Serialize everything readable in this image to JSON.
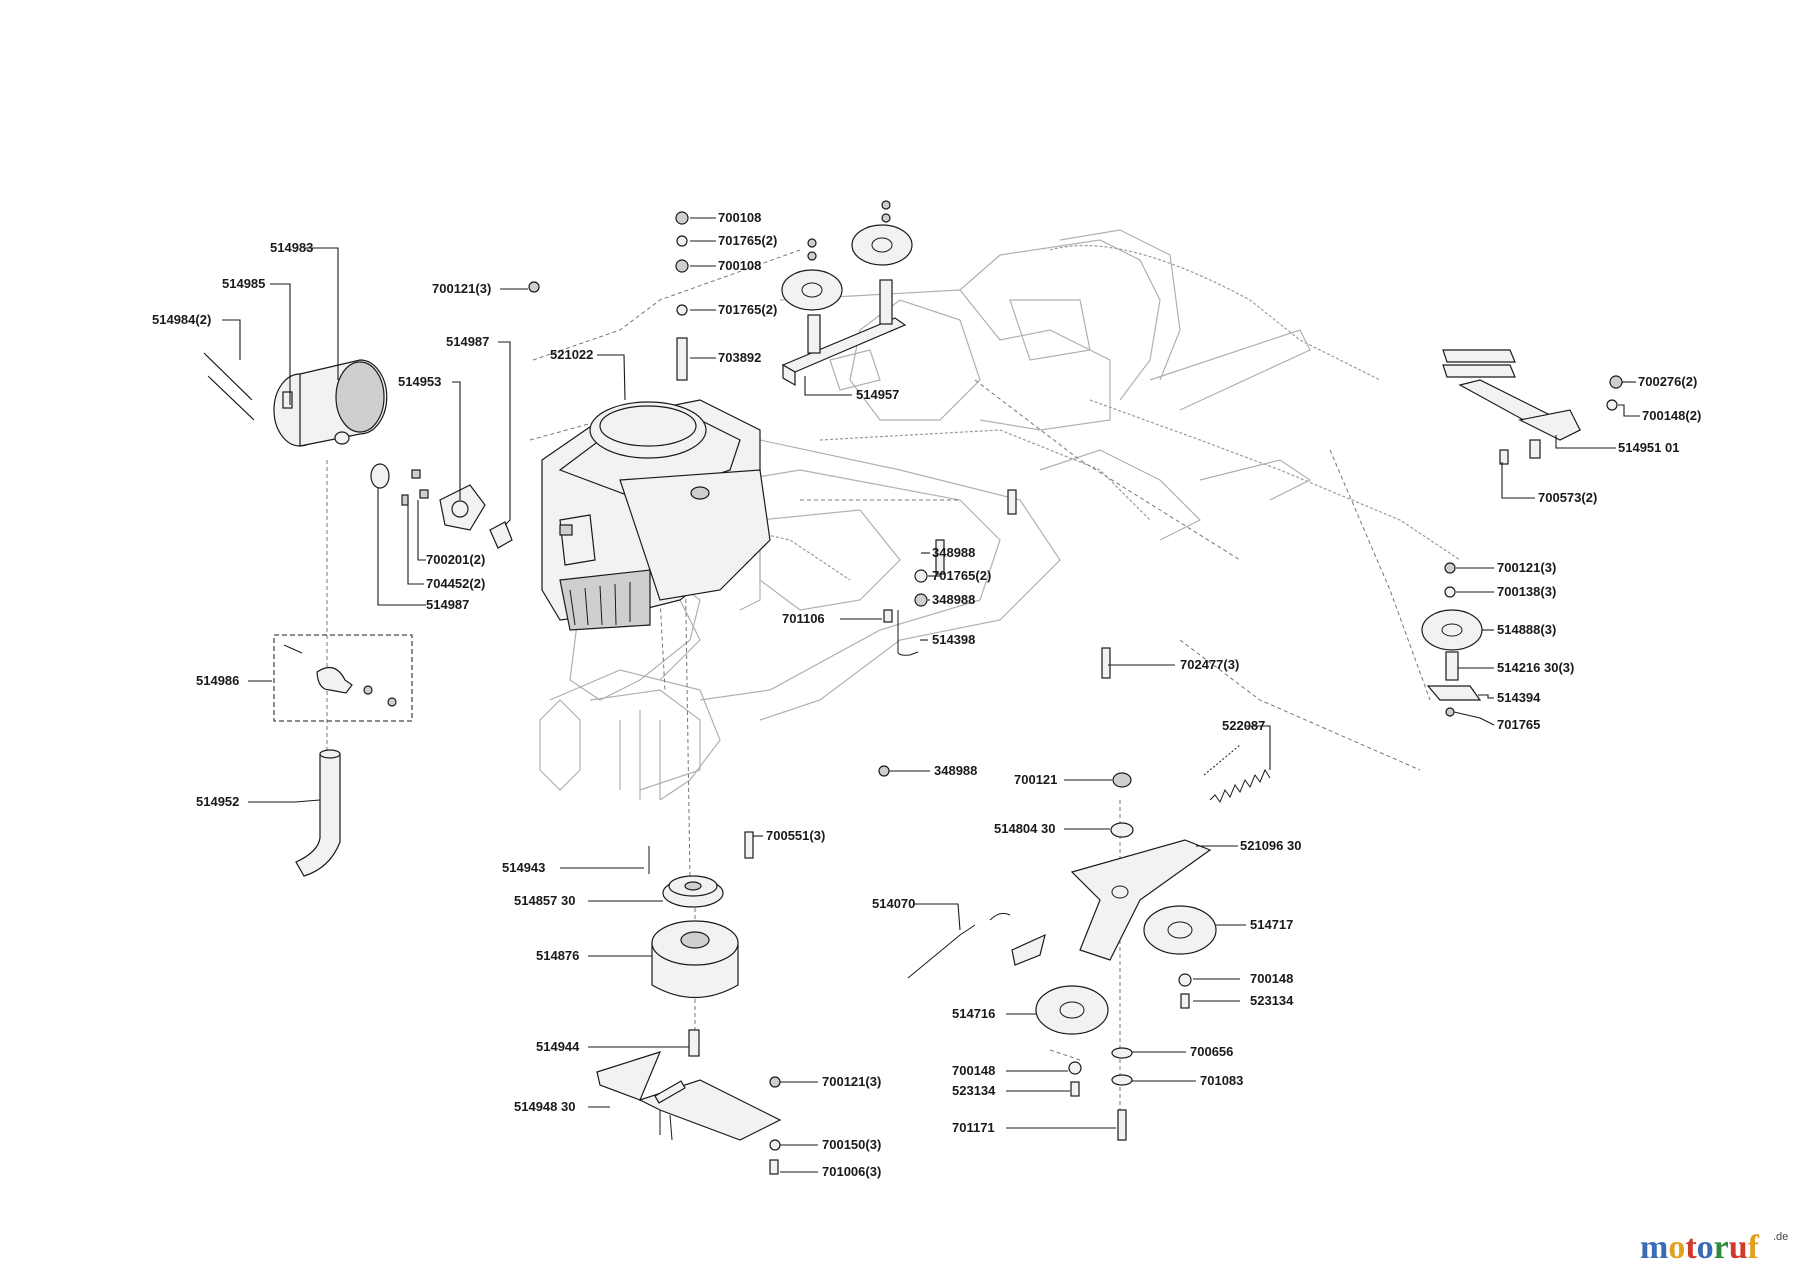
{
  "labels": [
    {
      "id": "l-514983",
      "text": "514983"
    },
    {
      "id": "l-514985",
      "text": "514985"
    },
    {
      "id": "l-514984",
      "text": "514984(2)"
    },
    {
      "id": "l-700121-a",
      "text": "700121(3)"
    },
    {
      "id": "l-514987-a",
      "text": "514987"
    },
    {
      "id": "l-521022",
      "text": "521022"
    },
    {
      "id": "l-514953",
      "text": "514953"
    },
    {
      "id": "l-700201",
      "text": "700201(2)"
    },
    {
      "id": "l-704452",
      "text": "704452(2)"
    },
    {
      "id": "l-514987-b",
      "text": "514987"
    },
    {
      "id": "l-514986",
      "text": "514986"
    },
    {
      "id": "l-514952",
      "text": "514952"
    },
    {
      "id": "l-700108-a",
      "text": "700108"
    },
    {
      "id": "l-701765-a",
      "text": "701765(2)"
    },
    {
      "id": "l-700108-b",
      "text": "700108"
    },
    {
      "id": "l-701765-b",
      "text": "701765(2)"
    },
    {
      "id": "l-703892",
      "text": "703892"
    },
    {
      "id": "l-514957",
      "text": "514957"
    },
    {
      "id": "l-348988-a",
      "text": "348988"
    },
    {
      "id": "l-701765-c",
      "text": "701765(2)"
    },
    {
      "id": "l-348988-b",
      "text": "348988"
    },
    {
      "id": "l-701106",
      "text": "701106"
    },
    {
      "id": "l-514398",
      "text": "514398"
    },
    {
      "id": "l-702477",
      "text": "702477(3)"
    },
    {
      "id": "l-348988-c",
      "text": "348988"
    },
    {
      "id": "l-700551",
      "text": "700551(3)"
    },
    {
      "id": "l-514943",
      "text": "514943"
    },
    {
      "id": "l-514857",
      "text": "514857 30"
    },
    {
      "id": "l-514876",
      "text": "514876"
    },
    {
      "id": "l-514944",
      "text": "514944"
    },
    {
      "id": "l-514948",
      "text": "514948 30"
    },
    {
      "id": "l-700121-b",
      "text": "700121(3)"
    },
    {
      "id": "l-700150",
      "text": "700150(3)"
    },
    {
      "id": "l-701006",
      "text": "701006(3)"
    },
    {
      "id": "l-700276",
      "text": "700276(2)"
    },
    {
      "id": "l-700148-a",
      "text": "700148(2)"
    },
    {
      "id": "l-514951",
      "text": "514951 01"
    },
    {
      "id": "l-700573",
      "text": "700573(2)"
    },
    {
      "id": "l-700121-c",
      "text": "700121(3)"
    },
    {
      "id": "l-700138",
      "text": "700138(3)"
    },
    {
      "id": "l-514888",
      "text": "514888(3)"
    },
    {
      "id": "l-514216",
      "text": "514216 30(3)"
    },
    {
      "id": "l-514394",
      "text": "514394"
    },
    {
      "id": "l-701765-d",
      "text": "701765"
    },
    {
      "id": "l-522087",
      "text": "522087"
    },
    {
      "id": "l-700121-d",
      "text": "700121"
    },
    {
      "id": "l-514804",
      "text": "514804 30"
    },
    {
      "id": "l-521096",
      "text": "521096 30"
    },
    {
      "id": "l-514070",
      "text": "514070"
    },
    {
      "id": "l-514717",
      "text": "514717"
    },
    {
      "id": "l-700148-b",
      "text": "700148"
    },
    {
      "id": "l-523134-a",
      "text": "523134"
    },
    {
      "id": "l-514716",
      "text": "514716"
    },
    {
      "id": "l-700656",
      "text": "700656"
    },
    {
      "id": "l-700148-c",
      "text": "700148"
    },
    {
      "id": "l-523134-b",
      "text": "523134"
    },
    {
      "id": "l-701083",
      "text": "701083"
    },
    {
      "id": "l-701171",
      "text": "701171"
    }
  ],
  "watermark": {
    "letters": [
      "m",
      "o",
      "t",
      "o",
      "r",
      "u",
      "f"
    ],
    "colors": [
      "#3a6bb5",
      "#e0a020",
      "#d23a2a",
      "#3a6bb5",
      "#2e8b3a",
      "#d23a2a",
      "#e0a020"
    ],
    "suffix": ".de"
  }
}
